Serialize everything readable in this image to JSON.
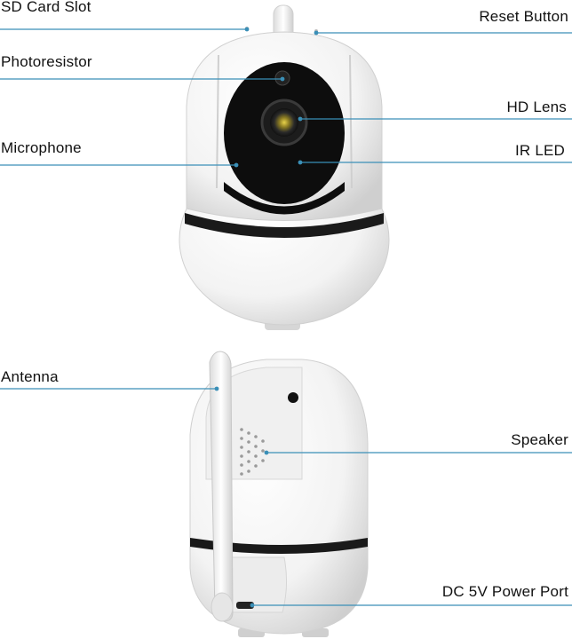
{
  "front_view": {
    "callouts": [
      {
        "id": "sd-card-slot",
        "text": "SD Card Slot"
      },
      {
        "id": "reset-button",
        "text": "Reset Button"
      },
      {
        "id": "photoresistor",
        "text": "Photoresistor"
      },
      {
        "id": "hd-lens",
        "text": "HD Lens"
      },
      {
        "id": "microphone",
        "text": "Microphone"
      },
      {
        "id": "ir-led",
        "text": "IR LED"
      }
    ]
  },
  "side_view": {
    "callouts": [
      {
        "id": "antenna",
        "text": "Antenna"
      },
      {
        "id": "speaker",
        "text": "Speaker"
      },
      {
        "id": "dc-power-port",
        "text": "DC 5V Power Port"
      }
    ]
  },
  "colors": {
    "leader_line": "#3a8fb7",
    "camera_body": "#ffffff",
    "camera_shadow": "#d9d9d9",
    "lens_face": "#0d0d0d",
    "lens_glow": "#c9b23a",
    "black_band": "#1a1a1a"
  }
}
